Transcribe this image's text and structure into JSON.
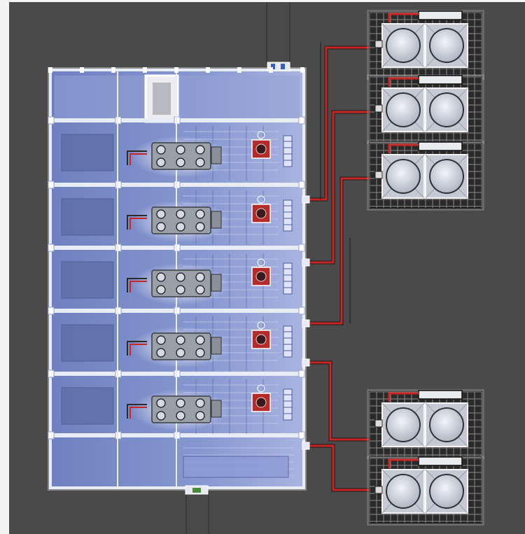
{
  "diagram": {
    "view": "plan",
    "colors": {
      "background": "#f4f4f4",
      "ground": "#4b4a4b",
      "floor": "#7586c4",
      "floor_light": "#95a2d6",
      "frame": "#e8ecf6",
      "pipe_red": "#c92525",
      "pipe_dark": "#1c1c1c",
      "fan_unit": "#c4c9d3",
      "fan_disc": "#dfe3ea",
      "grate": "#161616",
      "valve": "#b52a2a",
      "manifold": "#9aa0a8"
    },
    "building": {
      "bays": 5,
      "roof_hatch": true,
      "entrance_marker": true,
      "top_marker": true
    },
    "bays": [
      {
        "has_manifold": true,
        "has_valve": true,
        "has_panel": true
      },
      {
        "has_manifold": true,
        "has_valve": true,
        "has_panel": true
      },
      {
        "has_manifold": true,
        "has_valve": true,
        "has_panel": true
      },
      {
        "has_manifold": true,
        "has_valve": true,
        "has_panel": true
      },
      {
        "has_manifold": true,
        "has_valve": true,
        "has_panel": true
      }
    ],
    "cooling_units": [
      {
        "group": "upper",
        "fans": 2
      },
      {
        "group": "upper",
        "fans": 2
      },
      {
        "group": "upper",
        "fans": 2
      },
      {
        "group": "lower",
        "fans": 2
      },
      {
        "group": "lower",
        "fans": 2
      }
    ]
  }
}
